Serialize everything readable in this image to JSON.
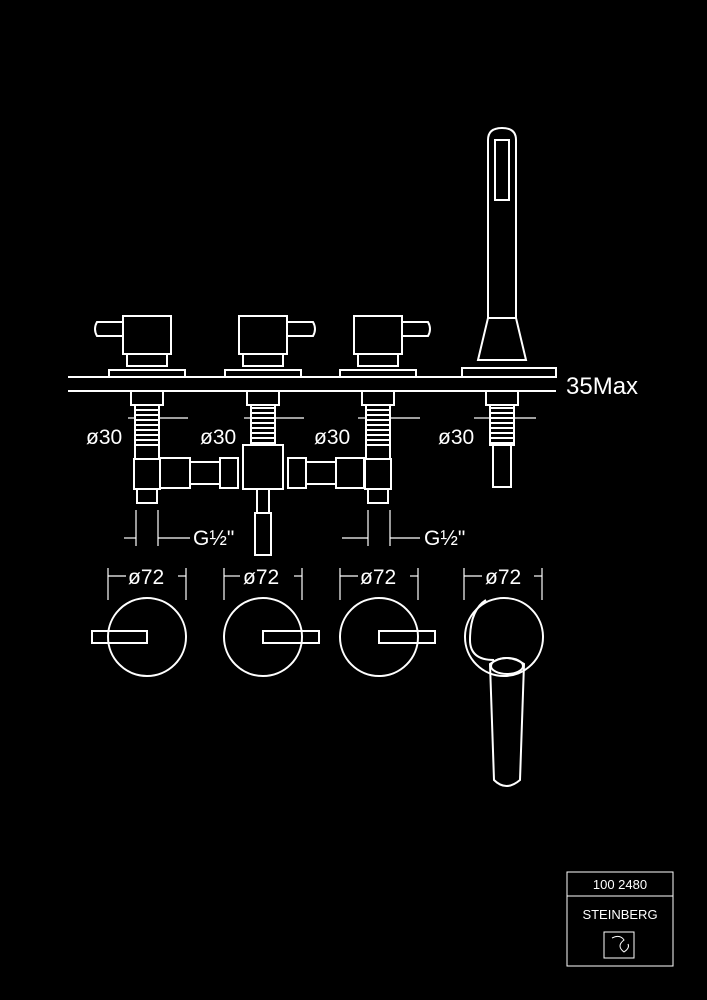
{
  "labels": {
    "max_height": "35Max",
    "diameter_small": "ø30",
    "diameter_large": "ø72",
    "thread": "G½\""
  },
  "title_block": {
    "number": "100 2480",
    "brand": "STEINBERG"
  },
  "colors": {
    "background": "#000000",
    "line": "#ffffff"
  }
}
